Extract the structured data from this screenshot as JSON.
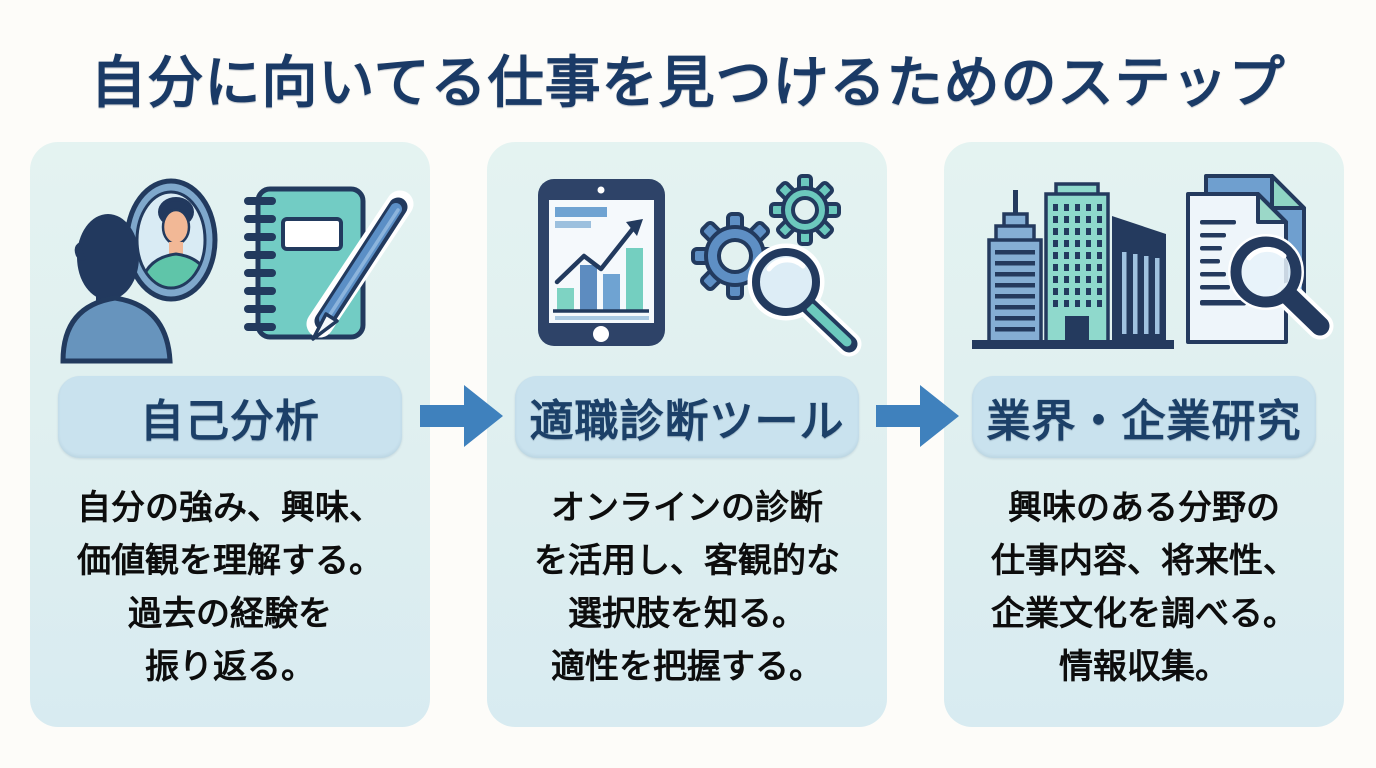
{
  "title": "自分に向いてる仕事を見つけるためのステップ",
  "steps": [
    {
      "label": "自己分析",
      "description": "自分の強み、興味、\n価値観を理解する。\n過去の経験を\n振り返る。",
      "icons": [
        "person-mirror-icon",
        "notebook-pen-icon"
      ]
    },
    {
      "label": "適職診断ツール",
      "description": "オンラインの診断\nを活用し、客観的な\n選択肢を知る。\n適性を把握する。",
      "icons": [
        "tablet-chart-icon",
        "gears-magnifier-icon"
      ]
    },
    {
      "label": "業界・企業研究",
      "description": "興味のある分野の\n仕事内容、将来性、\n企業文化を調べる。\n情報収集。",
      "icons": [
        "buildings-icon",
        "documents-magnifier-icon"
      ]
    }
  ],
  "arrow_icon": "right-arrow-icon",
  "colors": {
    "page_background": "#fdfcf9",
    "card_background": "#e0f0f0",
    "label_pill_background": "#c9e2ee",
    "label_text": "#1c4068",
    "title_text": "#1a3a66",
    "body_text": "#0d0d0d",
    "arrow": "#3f81bd",
    "outline_navy": "#223a5e",
    "accent_blue": "#5e8fc4",
    "accent_teal": "#72ccc4"
  }
}
